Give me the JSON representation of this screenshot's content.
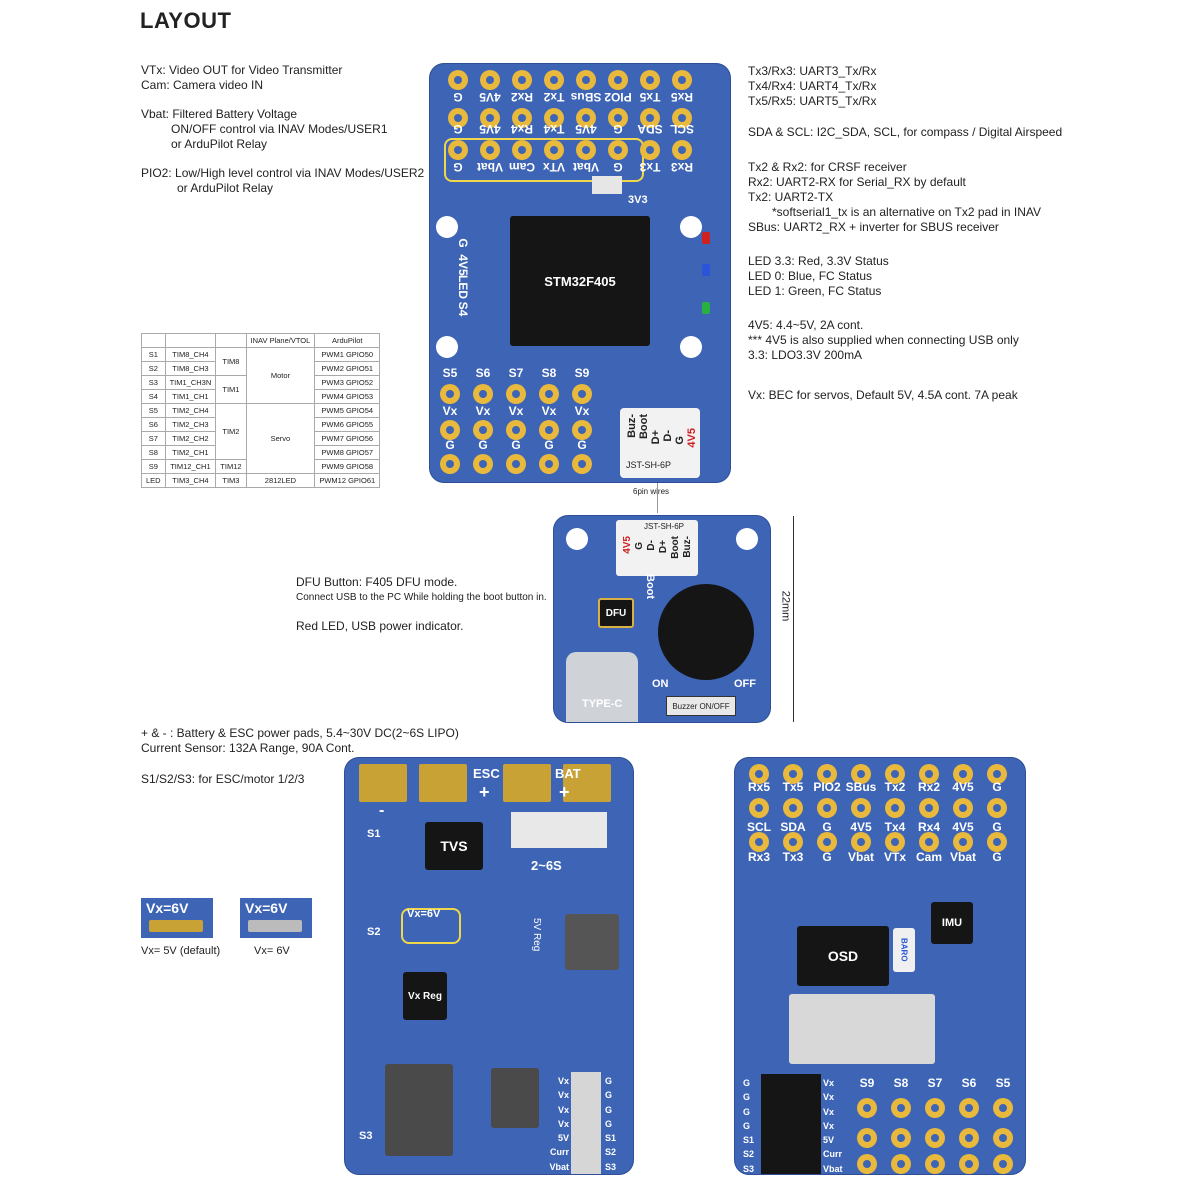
{
  "title": "LAYOUT",
  "left_notes": {
    "vtx": "VTx: Video OUT for Video Transmitter",
    "cam": "Cam: Camera video IN",
    "vbat": "Vbat: Filtered Battery Voltage",
    "vbat2": "ON/OFF control via INAV Modes/USER1",
    "vbat3": "or ArduPilot Relay",
    "pio2": "PIO2:  Low/High level control via INAV Modes/USER2",
    "pio2b": "or ArduPilot Relay"
  },
  "right_notes": {
    "l1": "Tx3/Rx3: UART3_Tx/Rx",
    "l2": "Tx4/Rx4: UART4_Tx/Rx",
    "l3": "Tx5/Rx5: UART5_Tx/Rx",
    "l4": "SDA & SCL: I2C_SDA, SCL,  for compass / Digital Airspeed",
    "l5": "Tx2 & Rx2: for CRSF receiver",
    "l6": "Rx2: UART2-RX for Serial_RX by default",
    "l7": "Tx2: UART2-TX",
    "l8": "*softserial1_tx is an alternative on Tx2 pad in INAV",
    "l9": "SBus: UART2_RX + inverter for SBUS receiver",
    "l10": "LED 3.3: Red, 3.3V Status",
    "l11": "LED 0: Blue, FC Status",
    "l12": "LED 1: Green, FC Status",
    "l13": "4V5: 4.4~5V, 2A cont.",
    "l14": "*** 4V5 is also supplied when connecting USB only",
    "l15": "3.3: LDO3.3V 200mA",
    "l16": "Vx: BEC for servos, Default 5V, 4.5A cont. 7A peak"
  },
  "table": {
    "headers": [
      "",
      "",
      "",
      "INAV Plane/VTOL",
      "ArduPilot"
    ],
    "rows": [
      [
        "S1",
        "TIM8_CH4",
        "PWM1 GPIO50"
      ],
      [
        "S2",
        "TIM8_CH3",
        "PWM2 GPIO51"
      ],
      [
        "S3",
        "TIM1_CH3N",
        "PWM3 GPIO52"
      ],
      [
        "S4",
        "TIM1_CH1",
        "PWM4 GPIO53"
      ],
      [
        "S5",
        "TIM2_CH4",
        "PWM5 GPIO54"
      ],
      [
        "S6",
        "TIM2_CH3",
        "PWM6 GPIO55"
      ],
      [
        "S7",
        "TIM2_CH2",
        "PWM7 GPIO56"
      ],
      [
        "S8",
        "TIM2_CH1",
        "PWM8 GPIO57"
      ],
      [
        "S9",
        "TIM12_CH1",
        "PWM9 GPIO58"
      ],
      [
        "LED",
        "TIM3_CH4",
        "PWM12 GPIO61"
      ]
    ],
    "groups": {
      "tim8": "TIM8",
      "tim1": "TIM1",
      "tim2": "TIM2",
      "tim12": "TIM12",
      "tim3": "TIM3",
      "motor": "Motor",
      "servo": "Servo",
      "led": "2812LED"
    }
  },
  "main_board": {
    "mcu": "STM32F405",
    "top_labels": [
      "G",
      "4V5",
      "Rx2",
      "Tx2",
      "SBus",
      "PIO2",
      "Tx5",
      "Rx5"
    ],
    "row2_labels": [
      "G",
      "4V5",
      "Rx4",
      "Tx4",
      "4V5",
      "G",
      "SDA",
      "SCL"
    ],
    "row3_labels": [
      "G",
      "Vbat",
      "Cam",
      "VTx",
      "Vbat",
      "G",
      "Tx3",
      "Rx3"
    ],
    "left_labels": [
      "G",
      "4V5",
      "LED",
      "S4"
    ],
    "servo_labels": [
      "S5",
      "S6",
      "S7",
      "S8",
      "S9"
    ],
    "vx": "Vx",
    "g": "G",
    "v33": "3V3",
    "connector": [
      "Buz-",
      "Boot",
      "D+",
      "D-",
      "G",
      "4V5"
    ],
    "jst": "JST-SH-6P"
  },
  "usb_board": {
    "wires": "6pin wires",
    "jst": "JST-SH-6P",
    "connector": [
      "4V5",
      "G",
      "D-",
      "D+",
      "Boot",
      "Buz-"
    ],
    "boot": "Boot",
    "dfu": "DFU",
    "typec": "TYPE-C",
    "on": "ON",
    "off": "OFF",
    "buzzer": "Buzzer ON/OFF",
    "dim": "22mm"
  },
  "dfu_notes": {
    "d1": "DFU Button: F405 DFU mode.",
    "d2": "Connect USB to the PC While holding the boot button in.",
    "d3": "Red LED, USB power indicator."
  },
  "pdb_notes": {
    "p1": "+ & - : Battery & ESC power pads,  5.4~30V DC(2~6S LIPO)",
    "p2": "Current Sensor: 132A Range, 90A Cont.",
    "p3": "S1/S2/S3: for ESC/motor 1/2/3"
  },
  "jumper": {
    "label": "Vx=6V",
    "cap1": "Vx= 5V (default)",
    "cap2": "Vx= 6V"
  },
  "pdb_board": {
    "esc": "ESC",
    "bat": "BAT",
    "plus": "+",
    "minus": "-",
    "tvs": "TVS",
    "cells": "2~6S",
    "reg5v": "5V Reg",
    "vxreg": "Vx Reg",
    "vx6v": "Vx=6V",
    "s_labels": [
      "S1",
      "S2",
      "S3"
    ],
    "header_left": [
      "Vx",
      "Vx",
      "Vx",
      "Vx",
      "5V",
      "Curr",
      "Vbat"
    ],
    "header_right": [
      "G",
      "G",
      "G",
      "G",
      "S1",
      "S2",
      "S3"
    ]
  },
  "back_board": {
    "top_labels": [
      "Rx5",
      "Tx5",
      "PIO2",
      "SBus",
      "Tx2",
      "Rx2",
      "4V5",
      "G"
    ],
    "row2_labels": [
      "SCL",
      "SDA",
      "G",
      "4V5",
      "Tx4",
      "Rx4",
      "4V5",
      "G"
    ],
    "row3_labels": [
      "Rx3",
      "Tx3",
      "G",
      "Vbat",
      "VTx",
      "Cam",
      "Vbat",
      "G"
    ],
    "osd": "OSD",
    "baro": "BARO",
    "imu": "IMU",
    "servo_labels": [
      "S9",
      "S8",
      "S7",
      "S6",
      "S5"
    ],
    "hdr_left": [
      "G",
      "G",
      "G",
      "G",
      "S1",
      "S2",
      "S3"
    ],
    "hdr_right": [
      "Vx",
      "Vx",
      "Vx",
      "Vx",
      "5V",
      "Curr",
      "Vbat"
    ]
  }
}
